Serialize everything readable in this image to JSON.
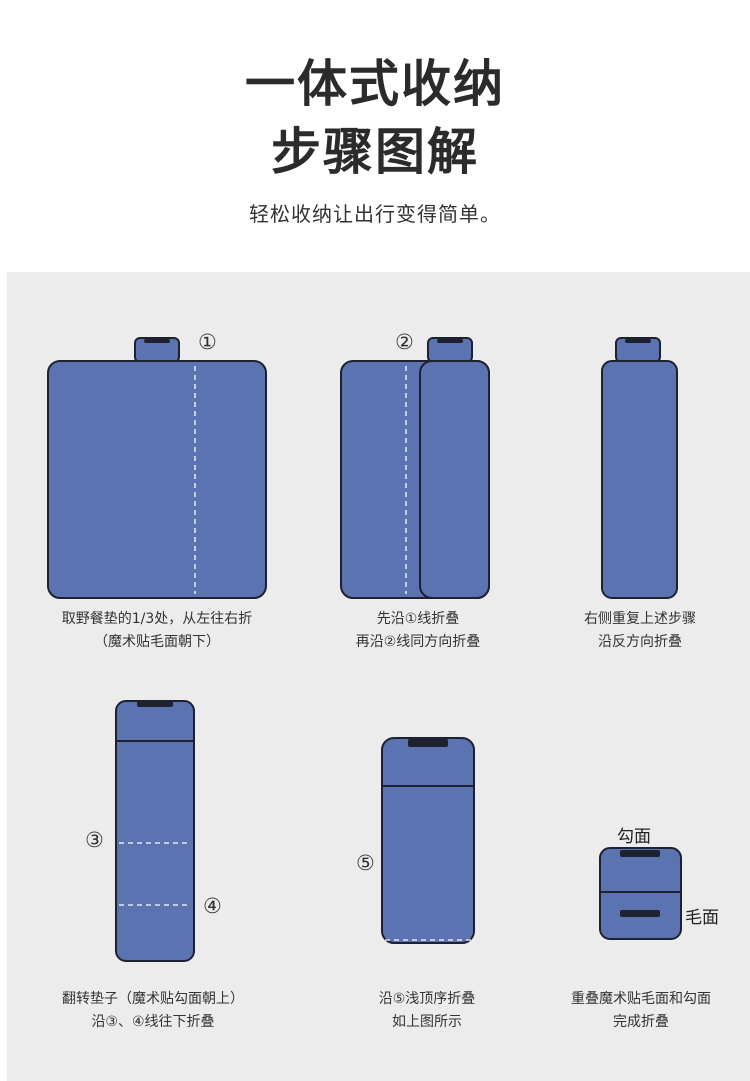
{
  "header": {
    "title_line1": "一体式收纳",
    "title_line2": "步骤图解",
    "subtitle": "轻松收纳让出行变得简单。"
  },
  "colors": {
    "mat_fill": "#5b73b1",
    "outline": "#1e2230",
    "panel_bg": "#ececec"
  },
  "steps": [
    {
      "marker": "①",
      "caption_line1": "取野餐垫的1/3处，从左往右折",
      "caption_line2": "（魔术贴毛面朝下）"
    },
    {
      "marker": "②",
      "caption_line1": "先沿①线折叠",
      "caption_line2": "再沿②线同方向折叠"
    },
    {
      "marker": "",
      "caption_line1": "右侧重复上述步骤",
      "caption_line2": "沿反方向折叠"
    },
    {
      "markers": [
        "③",
        "④"
      ],
      "caption_line1": "翻转垫子（魔术贴勾面朝上）",
      "caption_line2": "沿③、④线往下折叠"
    },
    {
      "marker": "⑤",
      "caption_line1": "沿⑤浅顶序折叠",
      "caption_line2": "如上图所示"
    },
    {
      "caption_line1": "重叠魔术贴毛面和勾面",
      "caption_line2": "完成折叠",
      "label_top": "勾面",
      "label_side": "毛面"
    }
  ]
}
